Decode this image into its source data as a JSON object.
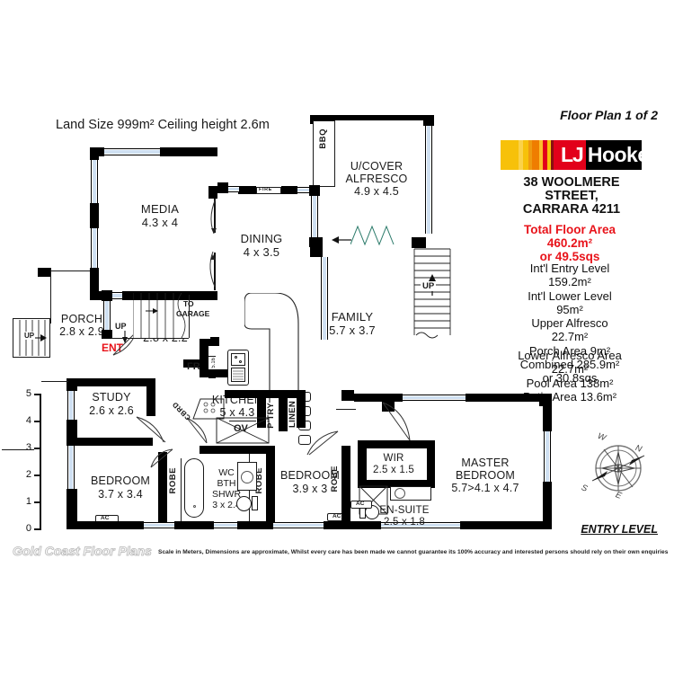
{
  "header": {
    "land_size": "Land Size 999m²   Ceiling height 2.6m",
    "floor_plan_number": "Floor Plan 1 of 2"
  },
  "branding": {
    "brand_lj": "LJ",
    "brand_hooker": "Hooker",
    "address_line1": "38 WOOLMERE STREET,",
    "address_line2": "CARRARA 4211",
    "colors": {
      "brand_red": "#e2001a",
      "brand_yellow": "#f7c10a",
      "brand_orange": "#ef7d00",
      "brand_black": "#000000",
      "total_area_red": "#e8131a"
    }
  },
  "areas": {
    "total_line1": "Total Floor Area 460.2m²",
    "total_line2": "or 49.5sqs",
    "group1": [
      "Int'l Entry Level 159.2m²",
      "Int'l Lower Level 95m²",
      "Upper Alfresco 22.7m²",
      "Porch Area 9m²",
      "Combined 285.9m² or 30.8sqs"
    ],
    "group2": [
      "Lower Alfresco Area 22.7m²",
      "Pool Area 138m²",
      "Patio Area 13.6m²"
    ]
  },
  "plan": {
    "level_label": "ENTRY LEVEL",
    "rooms": [
      {
        "name": "MEDIA",
        "dim": "4.3 x 4"
      },
      {
        "name": "U/COVER",
        "dim": "ALFRESCO",
        "dim2": "4.9 x 4.5"
      },
      {
        "name": "DINING",
        "dim": "4 x 3.5"
      },
      {
        "name": "FAMILY",
        "dim": "5.7 x 3.7"
      },
      {
        "name": "PORCH",
        "dim": "2.8 x 2.9"
      },
      {
        "name": "HALL",
        "dim": "2.8 x 2.2"
      },
      {
        "name": "STUDY",
        "dim": "2.6 x 2.6"
      },
      {
        "name": "KITCHEN",
        "dim": "5 x 4.3"
      },
      {
        "name": "BEDROOM",
        "dim": "3.7 x 3.4"
      },
      {
        "name": "BEDROOM",
        "dim": "3.9 x 3"
      },
      {
        "name": "WIR",
        "dim": "2.5 x 1.5"
      },
      {
        "name": "EN-SUITE",
        "dim": "2.5 x 1.8"
      },
      {
        "name": "MASTER",
        "dim": "BEDROOM",
        "dim2": "5.7>4.1 x 4.7"
      },
      {
        "name": "WC",
        "dim": "BTH",
        "dim2": "SHWR",
        "dim3": "3 x 2.4"
      }
    ],
    "labels": {
      "bbq": "BBQ",
      "fire": "FIRE",
      "ent": "ENT",
      "up_porch": "UP",
      "up_hall": "UP",
      "up_stairs": "UP",
      "to_garage_1": "TO",
      "to_garage_2": "GARAGE",
      "fridge": "FR",
      "fridge_dim": "5.16",
      "oven": "OV",
      "pantry": "P'TRY",
      "linen": "LINEN",
      "cupboard": "CBRD",
      "robe_1": "ROBE",
      "robe_2": "ROBE",
      "robe_3": "ROBE",
      "ac_1": "AC",
      "ac_2": "AC",
      "ac_3": "AC"
    },
    "scale_ruler": {
      "ticks": [
        "5",
        "4",
        "3",
        "2",
        "1",
        "0"
      ]
    },
    "compass": {
      "n": "N",
      "s": "S",
      "e": "E",
      "w": "W"
    }
  },
  "footer": {
    "watermark": "Gold Coast Floor Plans",
    "disclaimer": "Scale in Meters, Dimensions are approximate, Whilst every care has been made we cannot guarantee its 100% accuracy and interested persons should rely on their own enquiries"
  }
}
